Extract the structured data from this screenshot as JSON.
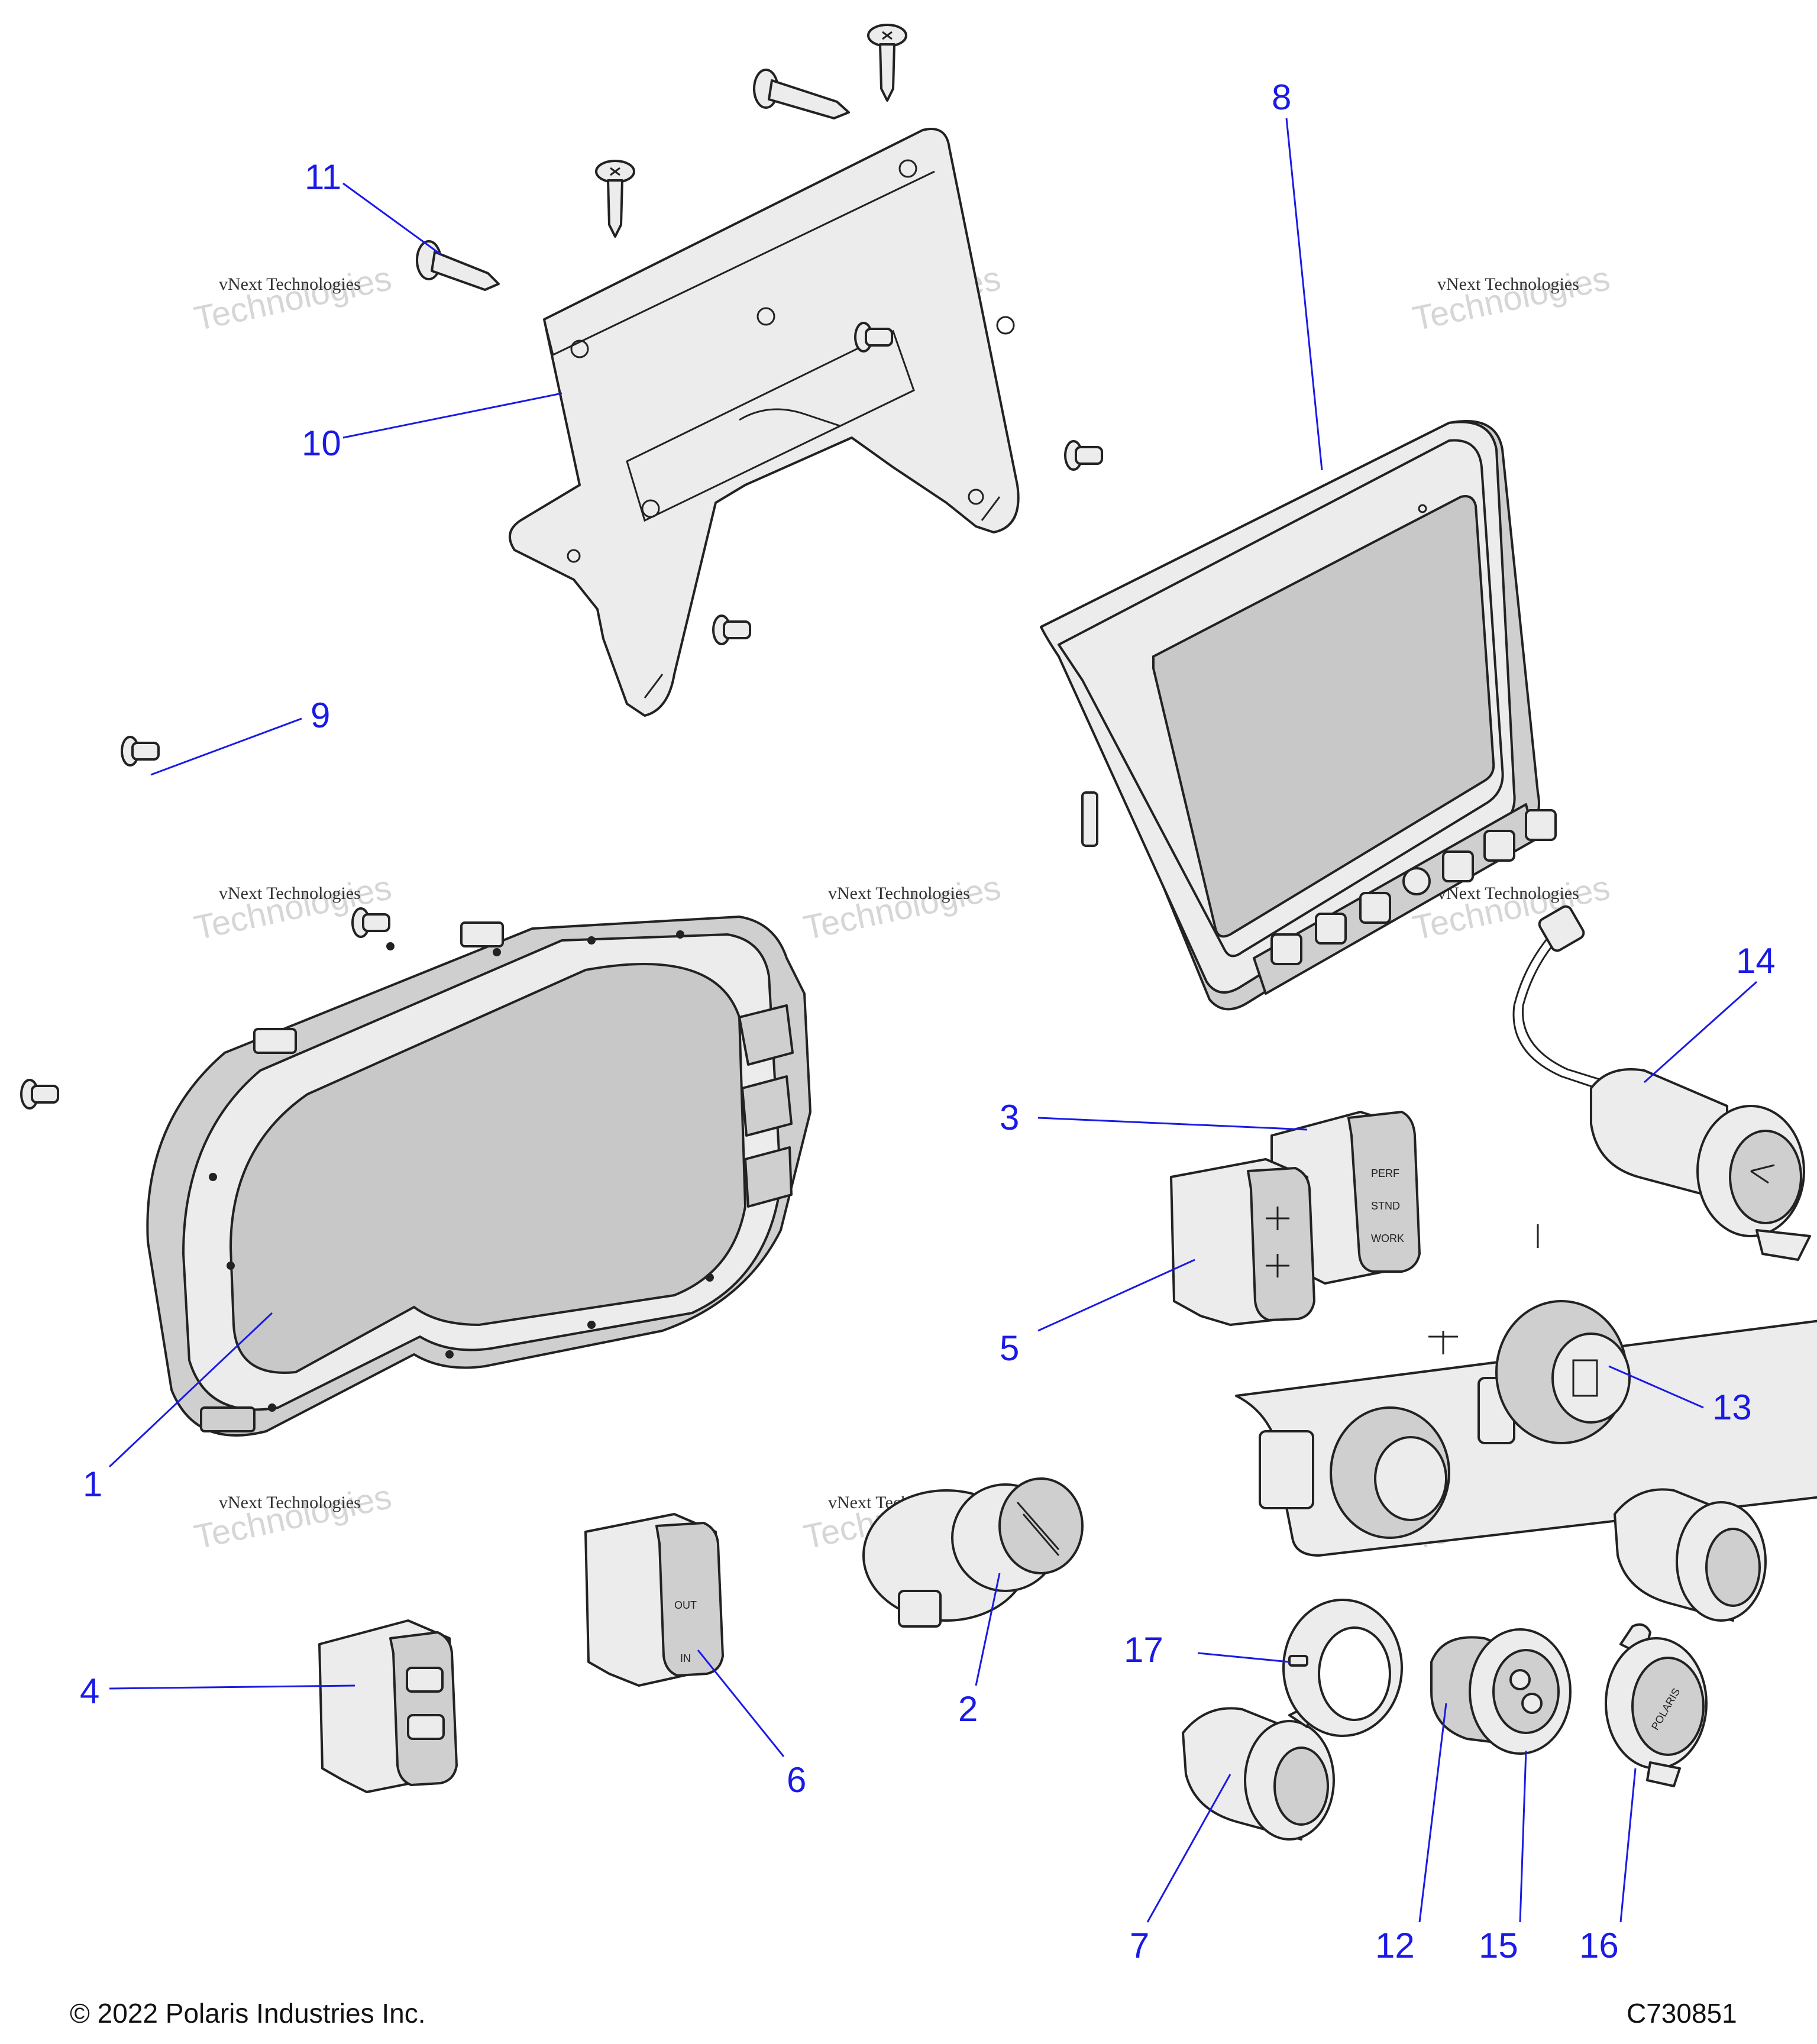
{
  "callouts": [
    "1",
    "2",
    "3",
    "4",
    "5",
    "6",
    "7",
    "8",
    "9",
    "10",
    "11",
    "12",
    "13",
    "14",
    "15",
    "16",
    "17"
  ],
  "watermark": {
    "line1": "vNext Technologies",
    "line2_a": "vNext",
    "line2_b": "Technologies"
  },
  "switch_labels": {
    "mode_perf": "PERF",
    "mode_stnd": "STND",
    "mode_work": "WORK",
    "winch_out": "OUT",
    "winch_in": "IN"
  },
  "cap_brand": "POLARIS",
  "footer": {
    "copyright": "© 2022 Polaris Industries Inc.",
    "figure_code": "C730851"
  }
}
